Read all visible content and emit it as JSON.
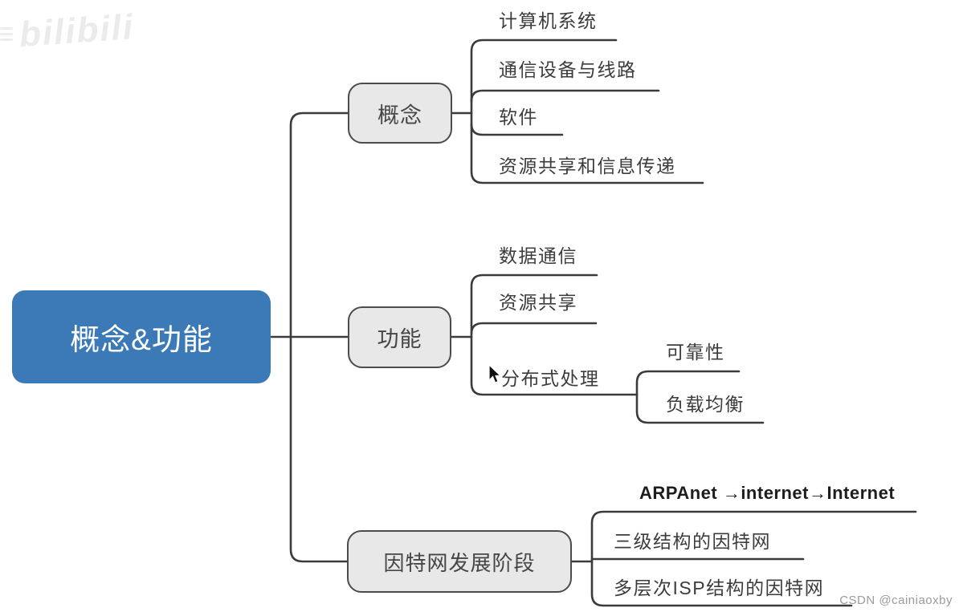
{
  "watermarks": {
    "bilibili": "bilibili",
    "csdn": "CSDN @cainiaoxby"
  },
  "colors": {
    "root_fill": "#3b79b7",
    "root_text": "#ffffff",
    "node_fill": "#e8e8e8",
    "node_border": "#4c4c4c",
    "line": "#3b3b3b",
    "leaf_text": "#3c3c3c"
  },
  "mindmap": {
    "root": {
      "label": "概念&功能"
    },
    "branches": [
      {
        "label": "概念",
        "children": [
          {
            "label": "计算机系统"
          },
          {
            "label": "通信设备与线路"
          },
          {
            "label": "软件"
          },
          {
            "label": "资源共享和信息传递"
          }
        ]
      },
      {
        "label": "功能",
        "children": [
          {
            "label": "数据通信"
          },
          {
            "label": "资源共享"
          },
          {
            "label": "分布式处理",
            "children": [
              {
                "label": "可靠性"
              },
              {
                "label": "负载均衡"
              }
            ]
          }
        ]
      },
      {
        "label": "因特网发展阶段",
        "children": [
          {
            "label": "ARPAnet  →internet→Internet"
          },
          {
            "label": "三级结构的因特网"
          },
          {
            "label": "多层次ISP结构的因特网"
          }
        ]
      }
    ]
  }
}
